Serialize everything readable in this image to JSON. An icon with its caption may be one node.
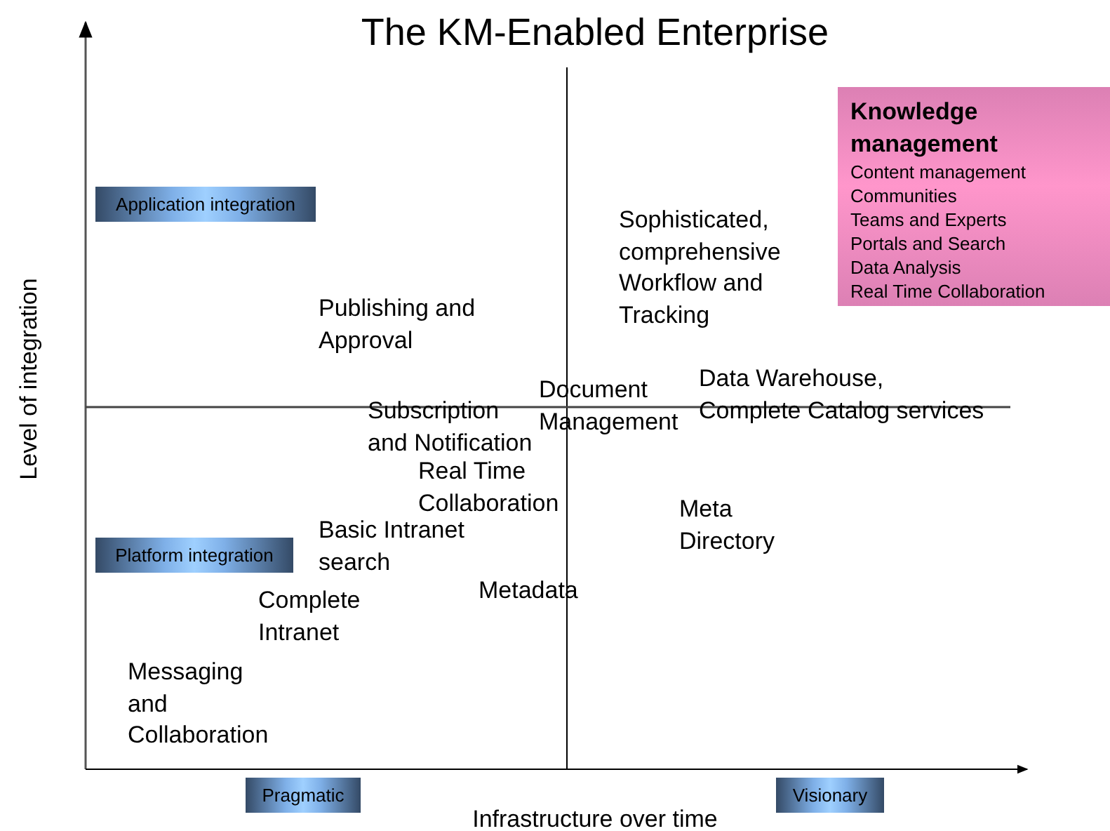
{
  "diagram": {
    "title": "The KM-Enabled Enterprise",
    "nodes": [
      {
        "text": [
          "Knowledge management",
          "Content management",
          "Communities",
          "Teams and Experts",
          "Portals and Search",
          "Data Analysis",
          "Real Time Collaboration"
        ]
      },
      {
        "text": [
          "Application integration"
        ]
      },
      {
        "text": [
          "Platform integration"
        ]
      },
      {
        "text": [
          "Pragmatic"
        ]
      },
      {
        "text": [
          "Visionary"
        ]
      }
    ],
    "labels": [
      "Sophisticated, comprehensive Workflow and Tracking",
      "Publishing and Approval",
      "Document Management",
      "Data Warehouse, Complete Catalog services",
      "Subscription and Notification",
      "Real Time Collaboration",
      "Meta Directory",
      "Basic Intranet search",
      "Metadata",
      "Complete Intranet",
      "Messaging and Collaboration",
      "Level of integration",
      "Infrastructure over time"
    ]
  }
}
